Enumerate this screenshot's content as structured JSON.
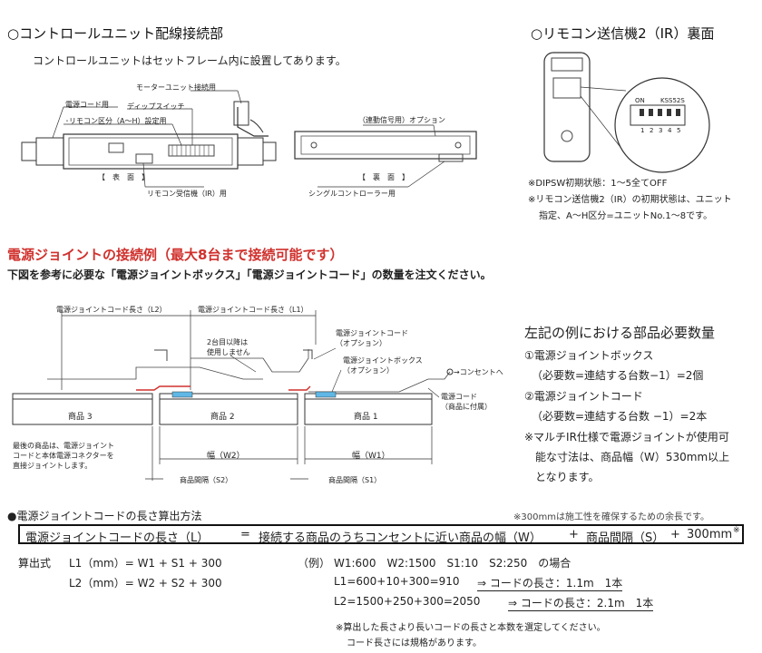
{
  "control_unit": {
    "heading": "○コントロールユニット配線接続部",
    "note": "コントロールユニットはセットフレーム内に設置してあります。",
    "labels": {
      "motor": "モーターユニット接続用",
      "dip": "ディップスイッチ",
      "power_cord": "電源コード用",
      "remote_class": "･リモコン区分（A～H）設定用",
      "front": "【　表　面　】",
      "receiver": "リモコン受信機（IR）用",
      "interlock": "（連動信号用）オプション",
      "back": "【　裏　面　】",
      "single_controller": "シングルコントローラー用"
    }
  },
  "remote": {
    "heading": "○リモコン送信機2（IR）裏面",
    "switch_on": "ON",
    "switch_brand": "KSS52S",
    "switch_numbers": [
      "1",
      "2",
      "3",
      "4",
      "5"
    ],
    "notes": [
      "※DIPSW初期状態：1～5全てOFF",
      "※リモコン送信機2（IR）の初期状態は、ユニット",
      "指定、A～H区分=ユニットNo.1～8です。"
    ]
  },
  "joint": {
    "heading": "電源ジョイントの接続例（最大8台まで接続可能です）",
    "subheading": "下図を参考に必要な「電源ジョイントボックス」「電源ジョイントコード」の数量を注文ください。",
    "diagram": {
      "cord_l2": "電源ジョイントコード長さ（L2）",
      "cord_l1": "電源ジョイントコード長さ（L1）",
      "second_unit": [
        "2台目以降は",
        "使用しません"
      ],
      "joint_cord": [
        "電源ジョイントコード",
        "（オプション）"
      ],
      "joint_box": [
        "電源ジョイントボックス",
        "（オプション）"
      ],
      "outlet": "→コンセントへ",
      "power_cord": [
        "電源コード",
        "（商品に付属）"
      ],
      "product3": "商品 3",
      "product2": "商品 2",
      "product1": "商品 1",
      "last_note": [
        "最後の商品は、電源ジョイント",
        "コードと本体電源コネクターを",
        "直接ジョイントします。"
      ],
      "width_w2": "幅（W2）",
      "width_w1": "幅（W1）",
      "gap_s2": "商品間隔（S2）",
      "gap_s1": "商品間隔（S1）"
    },
    "parts": {
      "title": "左記の例における部品必要数量",
      "items": [
        "①電源ジョイントボックス",
        "（必要数=連結する台数−1）=2個",
        "②電源ジョイントコード",
        "（必要数=連結する台数 −1）=2本",
        "※マルチIR仕様で電源ジョイントが使用可",
        "能な寸法は、商品幅（W）530mm以上",
        "となります。"
      ]
    }
  },
  "calc": {
    "heading": "●電源ジョイントコードの長さ算出方法",
    "margin_note": "※300mmは施工性を確保するための余長です。",
    "formula": {
      "lhs": "電源ジョイントコードの長さ（L）",
      "eq": "=",
      "term1": "接続する商品のうちコンセントに近い商品の幅（W）",
      "plus1": "+",
      "term2": "商品間隔（S）",
      "plus2": "+",
      "term3": "300mm",
      "mark": "※"
    },
    "label": "算出式",
    "l1": "L1（mm）= W1 + S1 + 300",
    "l2": "L2（mm）= W2 + S2 + 300",
    "example_label": "（例）",
    "example_values": "W1:600　W2:1500　S1:10　S2:250　の場合",
    "example_l1": "L1=600+10+300=910",
    "example_l1_result": "⇒ コードの長さ：1.1m　1本",
    "example_l2": "L2=1500+250+300=2050",
    "example_l2_result": "⇒ コードの長さ：2.1m　1本",
    "footnotes": [
      "※算出した長さより長いコードの長さと本数を選定してください。",
      "コード長さには規格があります。"
    ]
  }
}
